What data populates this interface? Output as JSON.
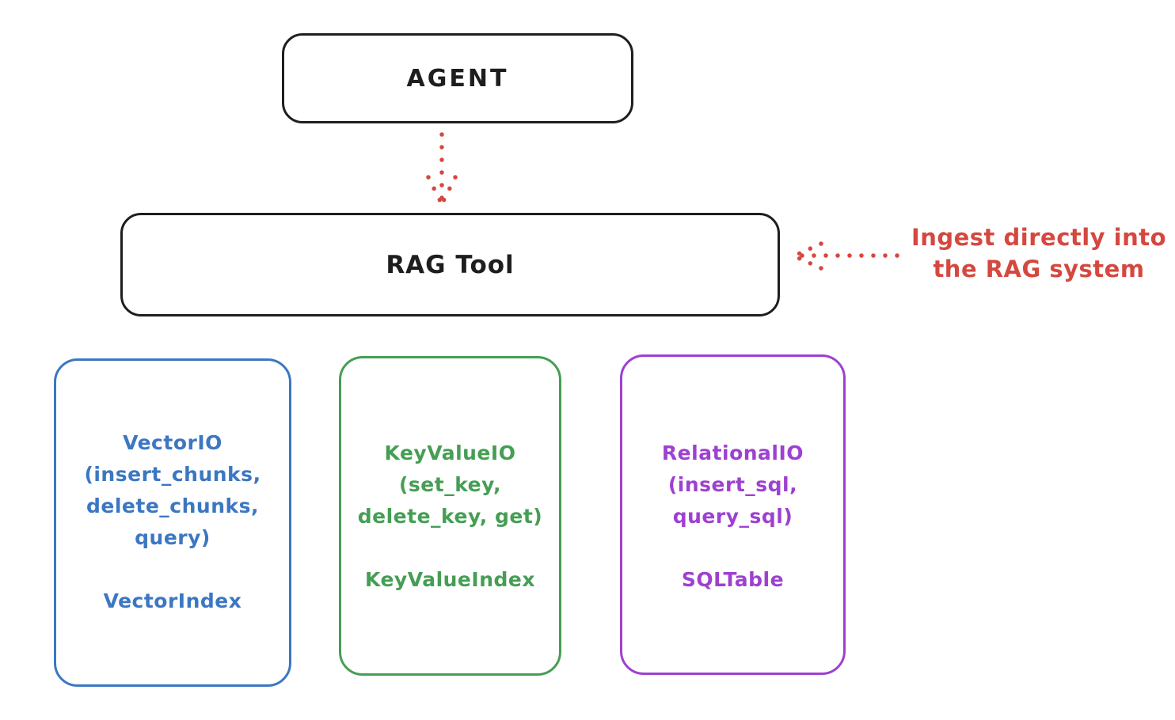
{
  "diagram": {
    "agent": {
      "label": "AGENT"
    },
    "rag_tool": {
      "label": "RAG Tool"
    },
    "annotation": {
      "line1": "Ingest directly into",
      "line2": "the RAG system"
    },
    "backends": [
      {
        "name": "vector-io",
        "color": "#3b77c2",
        "lines": [
          "VectorIO",
          "(insert_chunks,",
          "delete_chunks,",
          "query)"
        ],
        "index": "VectorIndex"
      },
      {
        "name": "keyvalue-io",
        "color": "#459e54",
        "lines": [
          "KeyValueIO",
          "(set_key,",
          "delete_key, get)"
        ],
        "index": "KeyValueIndex"
      },
      {
        "name": "relational-io",
        "color": "#9e40d0",
        "lines": [
          "RelationalIO",
          "(insert_sql,",
          "query_sql)"
        ],
        "index": "SQLTable"
      }
    ],
    "arrows": {
      "agent_to_rag": "dotted-red-down-arrow",
      "annotation_to_rag": "dotted-red-left-arrow"
    },
    "colors": {
      "stroke_black": "#1e1e1e",
      "accent_red": "#d5483f",
      "backend_blue": "#3b77c2",
      "backend_green": "#459e54",
      "backend_purple": "#9e40d0",
      "background": "#ffffff"
    }
  }
}
